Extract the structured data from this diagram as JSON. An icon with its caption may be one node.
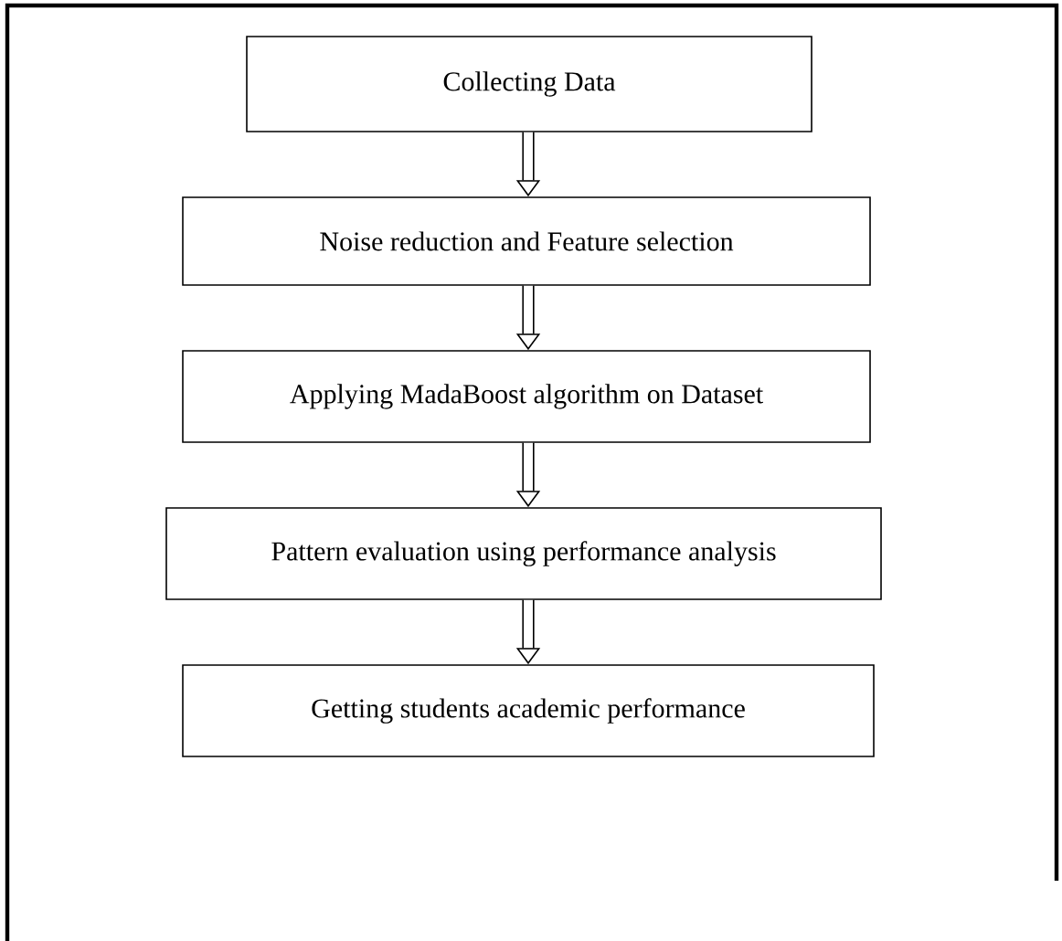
{
  "diagram": {
    "nodes": [
      {
        "text": [
          "Collecting Data"
        ]
      },
      {
        "text": [
          "Noise reduction and Feature selection"
        ]
      },
      {
        "text": [
          "Applying MadaBoost algorithm on Dataset"
        ]
      },
      {
        "text": [
          "Pattern evaluation using performance analysis"
        ]
      },
      {
        "text": [
          "Getting students academic performance"
        ]
      }
    ],
    "edges": [
      {
        "from": 0,
        "to": 1,
        "arrow": "to"
      },
      {
        "from": 1,
        "to": 2,
        "arrow": "to"
      },
      {
        "from": 2,
        "to": 3,
        "arrow": "to"
      },
      {
        "from": 3,
        "to": 4,
        "arrow": "to"
      }
    ]
  }
}
